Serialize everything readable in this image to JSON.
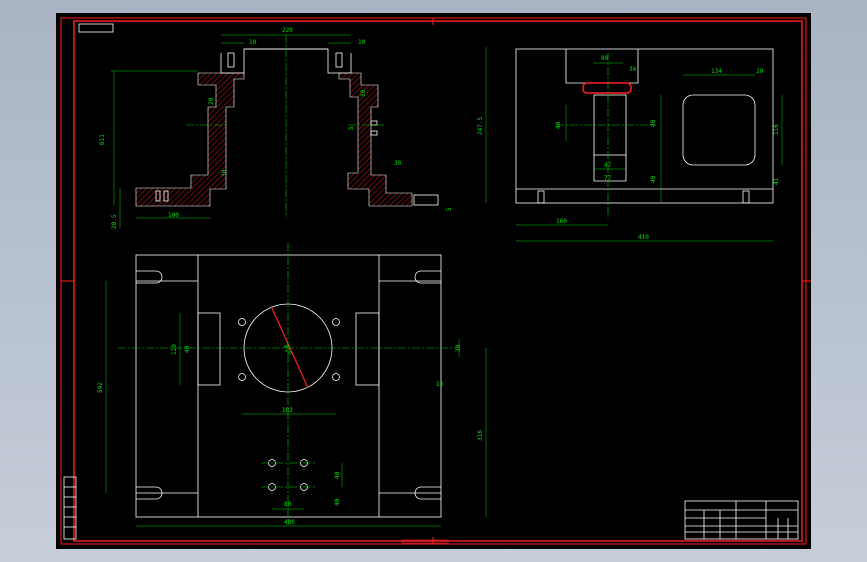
{
  "drawing": {
    "front_view": {
      "dims": {
        "top_width": "220",
        "left_slot": "10",
        "right_slot": "10",
        "height": "611",
        "overall_height": "247.5",
        "base_thick": "20.5",
        "foot_width": "100",
        "step_left": "30",
        "rib": "30",
        "wall": "5",
        "inner_r": "30",
        "inner_left": "20",
        "gap": "5"
      }
    },
    "side_view": {
      "dims": {
        "slot_width": "80",
        "slot_right": "34",
        "window_width": "134",
        "window_right": "20",
        "window_height": "116",
        "bottom_margin": "41",
        "left_h": "40",
        "mid_h": "40",
        "low_h": "40",
        "neck": "47",
        "neck_bottom": "77",
        "offset": "160",
        "overall_width": "410"
      }
    },
    "top_view": {
      "dims": {
        "bore_dia": "Ø10",
        "hole_pitch": "182",
        "overall_width": "480",
        "overall_depth": "592",
        "left_block": "120",
        "left_small": "40",
        "right_small": "30",
        "right_slot": "13",
        "right_depth": "316",
        "bottom_pitch": "80",
        "bottom_small": "40",
        "bottom_side": "40"
      }
    },
    "title_block": {
      "rows": [
        "",
        "",
        "",
        ""
      ],
      "name_cells": [
        "",
        "",
        ""
      ]
    }
  },
  "colors": {
    "sheet_bg": "#000000",
    "border": "#ff2020",
    "outline": "#ffffff",
    "dimension": "#00e000",
    "hatch": "#ff2020"
  }
}
